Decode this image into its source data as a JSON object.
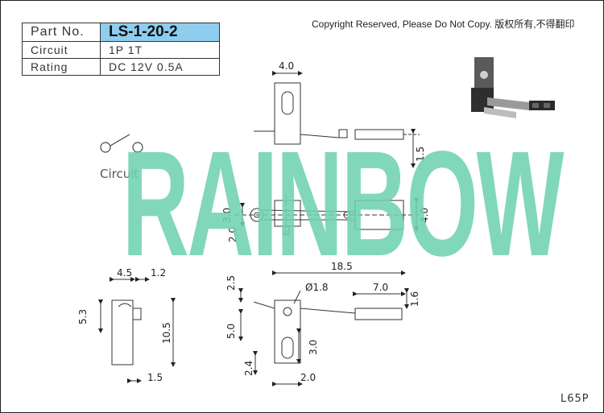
{
  "spec": {
    "part_no_label": "Part No.",
    "part_no_value": "LS-1-20-2",
    "circuit_label": "Circuit",
    "circuit_value": "1P 1T",
    "rating_label": "Rating",
    "rating_value": "DC 12V 0.5A"
  },
  "copyright": "Copyright Reserved, Please Do Not Copy. 版权所有,不得翻印",
  "circuit_symbol_label": "Circuit",
  "watermark": "RAINBOW",
  "drawing_code": "L65P",
  "dimensions": {
    "top_width": "4.0",
    "top_height": "1.5",
    "mid_height_left": "3.0",
    "mid_offset": "2.0",
    "mid_height_right": "4.0",
    "total_length": "18.5",
    "hole_dia": "Ø1.8",
    "terminal_length": "7.0",
    "terminal_height": "1.6",
    "gap_top": "2.5",
    "body_offset": "5.0",
    "slot_length": "3.0",
    "bottom_offset": "2.4",
    "bottom_width": "2.0",
    "side_width": "4.5",
    "side_gap": "1.2",
    "side_height_small": "5.3",
    "side_height": "10.5",
    "side_base": "1.5"
  },
  "colors": {
    "part_no_bg": "#8fcdee",
    "watermark": "#6fd2b0"
  }
}
